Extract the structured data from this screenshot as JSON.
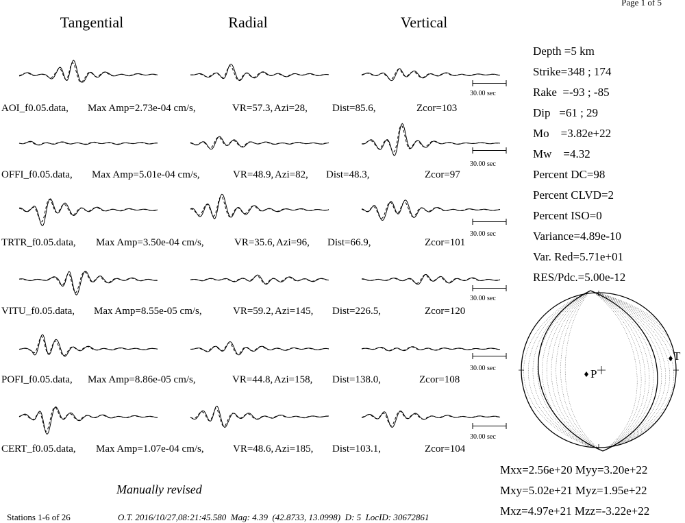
{
  "page_label": "Page 1 of 5",
  "column_titles": [
    "Tangential",
    "Radial",
    "Vertical"
  ],
  "scale_label": "30.00 sec",
  "stations": [
    {
      "label": "AOI_f0.05.data,",
      "max_amp": "Max Amp=2.73e-04 cm/s,",
      "vr": "VR=57.3,",
      "azi": "Azi=28,",
      "dist": "Dist=85.6,",
      "zcor": "Zcor=103"
    },
    {
      "label": "OFFI_f0.05.data,",
      "max_amp": "Max Amp=5.01e-04 cm/s,",
      "vr": "VR=48.9,",
      "azi": "Azi=82,",
      "dist": "Dist=48.3,",
      "zcor": "Zcor=97"
    },
    {
      "label": "TRTR_f0.05.data,",
      "max_amp": "Max Amp=3.50e-04 cm/s,",
      "vr": "VR=35.6,",
      "azi": "Azi=96,",
      "dist": "Dist=66.9,",
      "zcor": "Zcor=101"
    },
    {
      "label": "VITU_f0.05.data,",
      "max_amp": "Max Amp=8.55e-05 cm/s,",
      "vr": "VR=59.2,",
      "azi": "Azi=145,",
      "dist": "Dist=226.5,",
      "zcor": "Zcor=120"
    },
    {
      "label": "POFI_f0.05.data,",
      "max_amp": "Max Amp=8.86e-05 cm/s,",
      "vr": "VR=44.8,",
      "azi": "Azi=158,",
      "dist": "Dist=138.0,",
      "zcor": "Zcor=108"
    },
    {
      "label": "CERT_f0.05.data,",
      "max_amp": "Max Amp=1.07e-04 cm/s,",
      "vr": "VR=48.6,",
      "azi": "Azi=185,",
      "dist": "Dist=103.1,",
      "zcor": "Zcor=104"
    }
  ],
  "params": [
    "Depth =5 km",
    "Strike=348 ; 174",
    "Rake  =-93 ; -85",
    "Dip   =61 ; 29",
    "Mo    =3.82e+22",
    "Mw    =4.32",
    "Percent DC=98",
    "Percent CLVD=2",
    "Percent ISO=0",
    "Variance=4.89e-10",
    "Var. Red=5.71e+01",
    "RES/Pdc.=5.00e-12"
  ],
  "beachball": {
    "p_label": "P",
    "t_label": "T"
  },
  "moment_tensor": [
    "Mxx=2.56e+20 Myy=3.20e+22",
    "Mxy=5.02e+21 Myz=1.95e+22",
    "Mxz=4.97e+21 Mzz=-3.22e+22"
  ],
  "note": "Manually revised",
  "footer_stations": "Stations 1-6 of 26",
  "footer_event": "O.T. 2016/10/27,08:21:45.580  Mag: 4.39  (42.8733, 13.0998)  D: 5  LocID: 30672861",
  "chart_data": {
    "type": "line",
    "title": "",
    "columns": [
      "Tangential",
      "Radial",
      "Vertical"
    ],
    "series": [
      {
        "name": "",
        "style": "solid"
      },
      {
        "name": "",
        "style": "dashed"
      }
    ],
    "traces": [
      [
        {
          "amp": [
            0.08,
            0.1,
            0.05,
            0.3,
            1.0,
            0.35,
            0.25,
            0.1,
            0.07,
            0.05,
            0.05,
            0.04
          ],
          "start": 0.15
        },
        {
          "amp": [
            0.02,
            0.08,
            0.16,
            0.5,
            0.35,
            0.18,
            0.12,
            0.1,
            0.08,
            0.06,
            0.05,
            0.04
          ],
          "start": 0.05
        },
        {
          "amp": [
            0.06,
            0.1,
            0.18,
            0.4,
            0.2,
            0.15,
            0.1,
            0.08,
            0.06,
            0.04,
            0.04,
            0.03
          ],
          "start": 0.05
        }
      ],
      [
        {
          "amp": [
            0.05,
            0.1,
            0.08,
            0.06,
            0.06,
            0.05,
            0.06,
            0.05,
            0.05,
            0.04,
            0.04,
            0.04
          ],
          "start": 0.05
        },
        {
          "amp": [
            0.06,
            0.2,
            0.35,
            0.3,
            0.18,
            0.1,
            0.06,
            0.05,
            0.05,
            0.04,
            0.04,
            0.03
          ],
          "start": 0.05
        },
        {
          "amp": [
            0.08,
            0.2,
            0.5,
            1.0,
            0.4,
            0.2,
            0.1,
            0.05,
            0.04,
            0.03,
            0.03,
            0.03
          ],
          "start": 0.05
        }
      ],
      [
        {
          "amp": [
            0.08,
            0.25,
            0.8,
            0.5,
            0.3,
            0.2,
            0.12,
            0.08,
            0.06,
            0.05,
            0.04,
            0.04
          ],
          "start": 0.05
        },
        {
          "amp": [
            0.05,
            0.4,
            0.9,
            0.5,
            0.3,
            0.2,
            0.12,
            0.08,
            0.06,
            0.05,
            0.04,
            0.04
          ],
          "start": 0.05
        },
        {
          "amp": [
            0.06,
            0.4,
            0.5,
            0.6,
            0.4,
            0.2,
            0.1,
            0.06,
            0.05,
            0.04,
            0.03,
            0.03
          ],
          "start": 0.05
        }
      ],
      [
        {
          "amp": [
            0.04,
            0.05,
            0.05,
            0.15,
            1.0,
            0.5,
            0.3,
            0.15,
            0.1,
            0.08,
            0.06,
            0.05
          ],
          "start": 0.05
        },
        {
          "amp": [
            0.04,
            0.06,
            0.06,
            0.08,
            0.1,
            0.2,
            0.25,
            0.15,
            0.12,
            0.1,
            0.08,
            0.06
          ],
          "start": 0.05
        },
        {
          "amp": [
            0.04,
            0.05,
            0.06,
            0.08,
            0.15,
            0.3,
            0.2,
            0.15,
            0.1,
            0.08,
            0.05,
            0.04
          ],
          "start": 0.05
        }
      ],
      [
        {
          "amp": [
            0.04,
            0.1,
            1.0,
            0.5,
            0.25,
            0.15,
            0.08,
            0.06,
            0.05,
            0.04,
            0.04,
            0.03
          ],
          "start": 0.05
        },
        {
          "amp": [
            0.04,
            0.08,
            0.2,
            0.35,
            0.3,
            0.15,
            0.1,
            0.08,
            0.06,
            0.05,
            0.04,
            0.04
          ],
          "start": 0.05
        },
        {
          "amp": [
            0.04,
            0.06,
            0.1,
            0.12,
            0.1,
            0.08,
            0.06,
            0.05,
            0.04,
            0.04,
            0.03,
            0.03
          ],
          "start": 0.05
        }
      ],
      [
        {
          "amp": [
            0.05,
            0.2,
            0.9,
            0.5,
            0.25,
            0.15,
            0.1,
            0.08,
            0.06,
            0.05,
            0.04,
            0.04
          ],
          "start": 0.05
        },
        {
          "amp": [
            0.05,
            0.3,
            0.8,
            0.35,
            0.2,
            0.15,
            0.1,
            0.08,
            0.06,
            0.05,
            0.04,
            0.04
          ],
          "start": 0.05
        },
        {
          "amp": [
            0.05,
            0.15,
            0.5,
            0.4,
            0.2,
            0.12,
            0.08,
            0.06,
            0.05,
            0.04,
            0.04,
            0.03
          ],
          "start": 0.05
        }
      ]
    ]
  }
}
